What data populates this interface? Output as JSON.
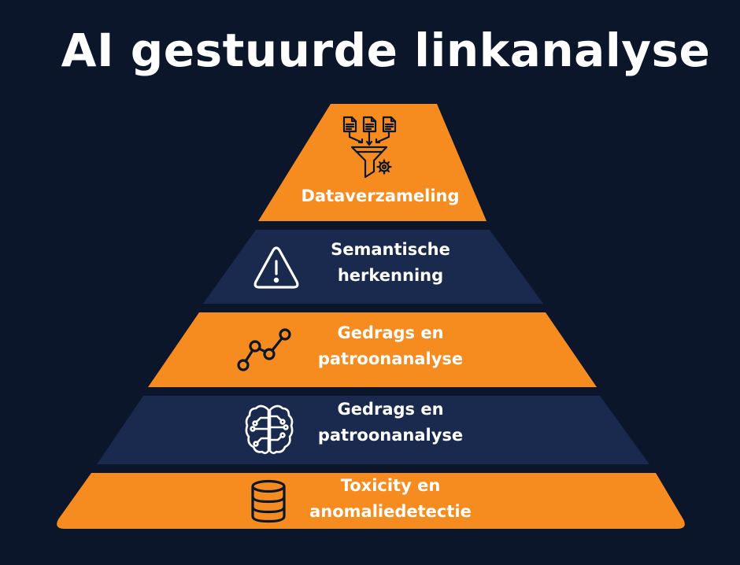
{
  "title": "AI gestuurde linkanalyse",
  "colors": {
    "background": "#0b162b",
    "orange": "#f68c1f",
    "navy": "#1a2a4e",
    "text": "#ffffff",
    "icon_dark": "#0b162b"
  },
  "tiers": [
    {
      "id": "tier-1",
      "lines": [
        "Dataverzameling"
      ],
      "icon": "data-funnel-icon",
      "fill": "orange"
    },
    {
      "id": "tier-2",
      "lines": [
        "Semantische",
        "herkenning"
      ],
      "icon": "warning-icon",
      "fill": "navy"
    },
    {
      "id": "tier-3",
      "lines": [
        "Gedrags en",
        "patroonanalyse"
      ],
      "icon": "line-graph-icon",
      "fill": "orange"
    },
    {
      "id": "tier-4",
      "lines": [
        "Gedrags en",
        "patroonanalyse"
      ],
      "icon": "brain-circuit-icon",
      "fill": "navy"
    },
    {
      "id": "tier-5",
      "lines": [
        "Toxicity en",
        "anomaliedetectie"
      ],
      "icon": "database-icon",
      "fill": "orange"
    }
  ]
}
